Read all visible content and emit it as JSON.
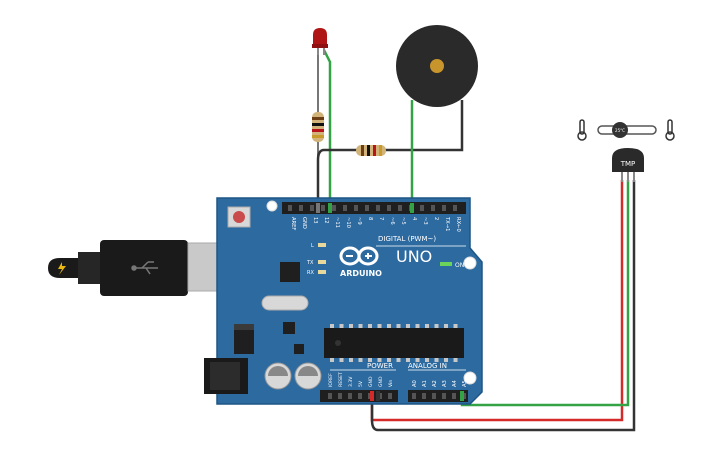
{
  "board": {
    "brand": "ARDUINO",
    "model": "UNO",
    "on_label": "ON",
    "led_l": "L",
    "led_tx": "TX",
    "led_rx": "RX",
    "digital_label": "DIGITAL (PWM~)",
    "power_label": "POWER",
    "analog_label": "ANALOG IN",
    "digital_pins": [
      "AREF",
      "GND",
      "13",
      "12",
      "~11",
      "~10",
      "~9",
      "8",
      "7",
      "~6",
      "~5",
      "4",
      "~3",
      "2",
      "TX→1",
      "RX←0"
    ],
    "power_pins": [
      "IOREF",
      "RESET",
      "3.3V",
      "5V",
      "GND",
      "GND",
      "Vin"
    ],
    "analog_pins": [
      "A0",
      "A1",
      "A2",
      "A3",
      "A4",
      "A5"
    ]
  },
  "sensor": {
    "label": "TMP",
    "temp": "25°C"
  },
  "colors": {
    "board": "#2d6aa0",
    "board_edge": "#1f5585",
    "wire_green": "#33a345",
    "wire_red": "#d42a2a",
    "wire_black": "#333333",
    "led": "#b01515",
    "buzzer": "#2a2a2a",
    "buzzer_dot": "#c8952c"
  },
  "icons": [
    "usb-icon",
    "thermometer-cold-icon",
    "thermometer-hot-icon",
    "arduino-logo-icon",
    "lightning-icon"
  ]
}
